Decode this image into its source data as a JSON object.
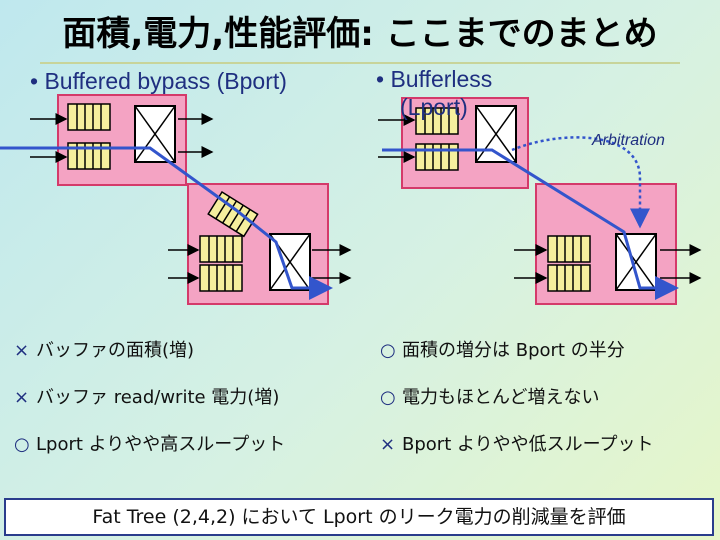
{
  "title": "面積,電力,性能評価: ここまでのまとめ",
  "bullets": {
    "left": "• Buffered bypass (Bport)",
    "right": "• Bufferless",
    "right_sub": "(Lport)"
  },
  "diagram": {
    "arbitration_label": "Arbitration",
    "colors": {
      "router": "#f4a3c3",
      "router_border": "#d43a6a",
      "buffer": "#f6ef9e",
      "path": "#3355cc",
      "dotted": "#3355cc"
    }
  },
  "comparison": {
    "rows": [
      {
        "left_mark": "×",
        "left": "バッファの面積(増)",
        "right_mark": "○",
        "right": "面積の増分は Bport の半分"
      },
      {
        "left_mark": "×",
        "left": "バッファ read/write 電力(増)",
        "right_mark": "○",
        "right": "電力もほとんど増えない"
      },
      {
        "left_mark": "○",
        "left": "Lport よりやや高スループット",
        "right_mark": "×",
        "right": "Bport よりやや低スループット"
      }
    ]
  },
  "footer": "Fat Tree (2,4,2) において Lport のリーク電力の削減量を評価"
}
